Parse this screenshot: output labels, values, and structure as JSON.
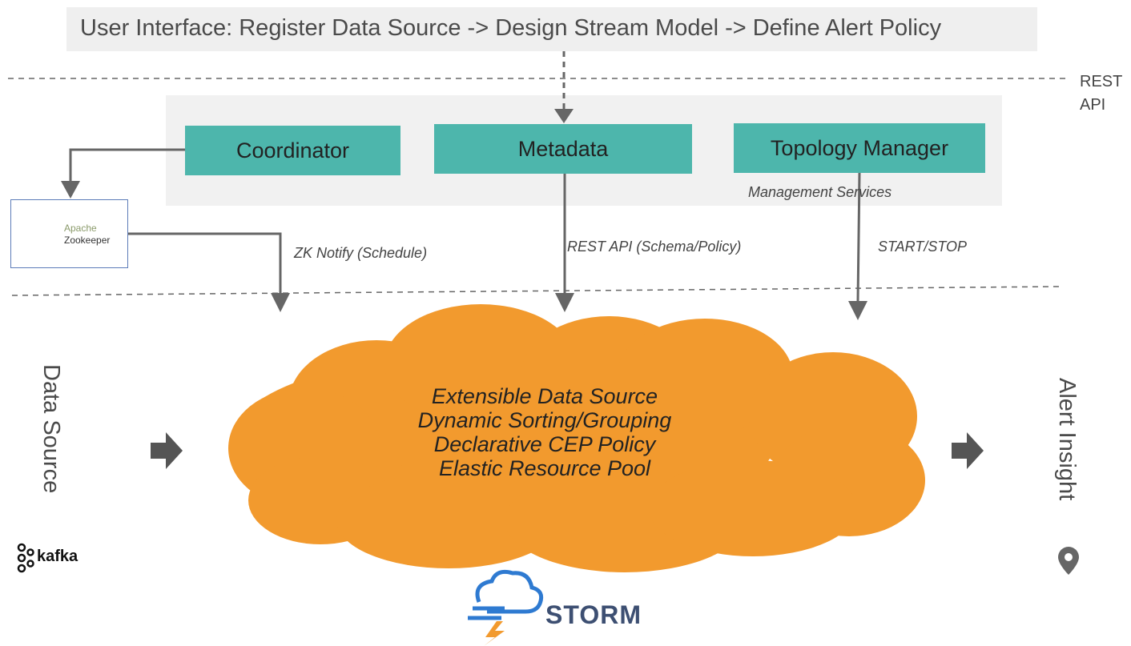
{
  "header": {
    "ui_flow": "User Interface:  Register Data Source -> Design Stream Model -> Define Alert Policy",
    "rest_api_line1": "REST",
    "rest_api_line2": "API"
  },
  "management": {
    "services": [
      {
        "label": "Coordinator"
      },
      {
        "label": "Metadata"
      },
      {
        "label": "Topology Manager"
      }
    ],
    "caption": "Management Services"
  },
  "zookeeper": {
    "line1": "Apache",
    "line2": "Zookeeper"
  },
  "flows": {
    "zk_notify": "ZK Notify (Schedule)",
    "rest_api": "REST API (Schema/Policy)",
    "start_stop": "START/STOP"
  },
  "engine": {
    "features": [
      "Extensible Data Source",
      "Dynamic Sorting/Grouping",
      "Declarative CEP Policy",
      "Elastic Resource Pool"
    ],
    "name": "STORM"
  },
  "input": {
    "label": "Data Source",
    "logo_text": "kafka"
  },
  "output": {
    "label": "Alert Insight"
  },
  "colors": {
    "service_fill": "#4db6ac",
    "cloud_fill": "#f29a2e",
    "panel_fill": "#f1f1f1",
    "arrow": "#666666"
  }
}
